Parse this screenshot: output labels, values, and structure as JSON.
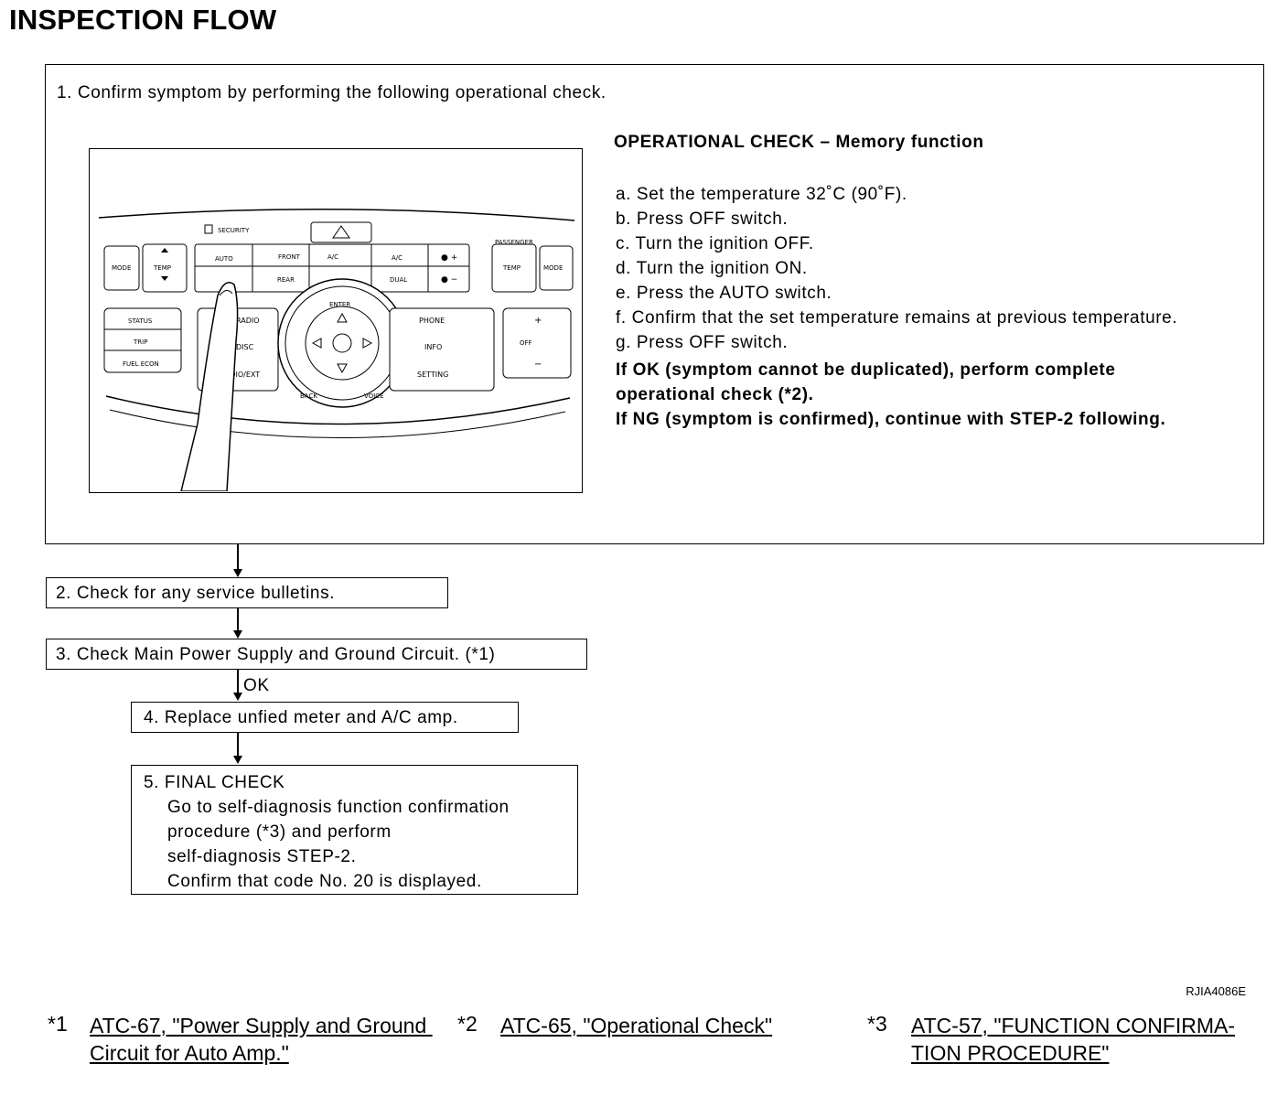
{
  "title": "INSPECTION FLOW",
  "step1": {
    "heading": "1. Confirm symptom by performing the following operational check.",
    "check_title": "OPERATIONAL CHECK – Memory function",
    "items": [
      "a. Set the temperature 32˚C (90˚F).",
      "b. Press OFF switch.",
      "c. Turn the ignition OFF.",
      "d. Turn the ignition ON.",
      "e. Press the AUTO switch.",
      "f.  Confirm that the set temperature remains at previous temperature.",
      "g. Press OFF switch."
    ],
    "result_lines": [
      "If OK (symptom cannot be duplicated), perform complete",
      "operational check (*2).",
      "If NG (symptom is confirmed), continue with STEP-2 following."
    ]
  },
  "panel_labels": {
    "security": "SECURITY",
    "passenger": "PASSENGER",
    "auto": "AUTO",
    "front": "FRONT",
    "ac": "A/C",
    "dual": "DUAL",
    "rear": "REAR",
    "mode": "MODE",
    "temp": "TEMP",
    "status": "STATUS",
    "trip": "TRIP",
    "fuel_econ": "FUEL ECON",
    "radio": "RADIO",
    "disc": "DISC",
    "audio_ext": "AUDIO/EXT",
    "phone": "PHONE",
    "info": "INFO",
    "setting": "SETTING",
    "enter": "ENTER",
    "back": "BACK",
    "voice": "VOICE",
    "off": "OFF"
  },
  "step2": "2. Check for any service bulletins.",
  "step3": "3. Check Main Power Supply and Ground Circuit. (*1)",
  "ok_label": "OK",
  "step4": "4. Replace unfied meter and A/C amp.",
  "step5": [
    "5. FINAL CHECK",
    "Go to self-diagnosis function confirmation",
    "procedure (*3) and perform",
    "self-diagnosis STEP-2.",
    "Confirm that code No. 20 is displayed."
  ],
  "figure_code": "RJIA4086E",
  "footnotes": [
    {
      "mark": "*1",
      "lines": [
        "ATC-67, \"Power Supply and Ground ",
        "Circuit for Auto Amp.\""
      ]
    },
    {
      "mark": "*2",
      "lines": [
        "ATC-65, \"Operational Check\""
      ]
    },
    {
      "mark": "*3",
      "lines": [
        "ATC-57, \"FUNCTION CONFIRMA-",
        "TION PROCEDURE\""
      ]
    }
  ]
}
